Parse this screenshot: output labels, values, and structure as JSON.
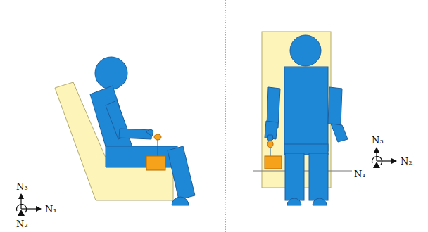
{
  "diagram": {
    "labels": [
      "N₃",
      "N₁",
      "N₂",
      "N₃",
      "N₂",
      "N₁"
    ]
  }
}
